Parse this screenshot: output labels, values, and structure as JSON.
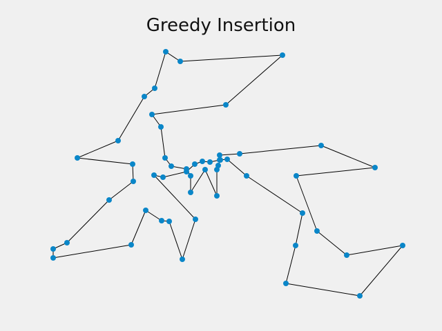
{
  "chart_data": {
    "type": "line",
    "title": "Greedy Insertion",
    "xlabel": "",
    "ylabel": "",
    "axes_visible": false,
    "grid": false,
    "legend": "none",
    "colors": {
      "background": "#f0f0f0",
      "line": "#000000",
      "point": "#0a86c8"
    },
    "route_closed": true,
    "x": [
      240,
      261,
      409,
      327,
      220,
      233,
      239,
      248,
      270,
      276,
      276,
      297,
      314,
      314,
      316,
      319,
      318,
      347,
      465,
      543,
      429,
      459,
      502,
      583,
      521,
      414,
      428,
      438,
      357,
      329,
      318,
      304,
      293,
      282,
      270,
      236,
      223,
      283,
      264,
      245,
      234,
      211,
      190,
      77,
      77,
      97,
      158,
      193,
      192,
      112,
      171,
      209,
      224
    ],
    "y": [
      75,
      89,
      80,
      152,
      166,
      184,
      229,
      241,
      245,
      255,
      279,
      246,
      284,
      246,
      240,
      232,
      225,
      223,
      211,
      243,
      255,
      335,
      370,
      356,
      429,
      411,
      356,
      309,
      255,
      231,
      232,
      235,
      234,
      238,
      249,
      257,
      254,
      318,
      376,
      321,
      320,
      305,
      355,
      374,
      361,
      352,
      290,
      263,
      238,
      229,
      204,
      140,
      128
    ]
  }
}
